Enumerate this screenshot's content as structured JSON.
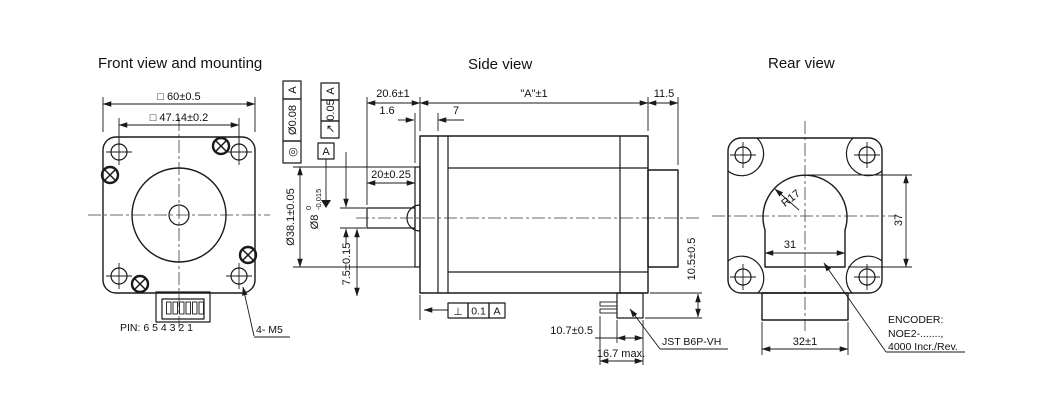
{
  "drawing": {
    "titles": {
      "front": "Front view and mounting",
      "side": "Side view",
      "rear": "Rear view"
    },
    "front": {
      "dim_outer_square": "□ 60±0.5",
      "dim_bolt_pattern": "□ 47.14±0.2",
      "pin_numbers": "PIN: 6 5 4 3 2 1",
      "mount_holes_label": "4- M5"
    },
    "side": {
      "dim_shaft_to_face": "20.6±1",
      "dim_body_length": "\"A\"±1",
      "dim_rear_housing": "11.5",
      "dim_boss_height": "1.6",
      "dim_front_section": "7",
      "dim_shaft_length": "20±0.25",
      "dim_pilot_dia": "Ø38.1±0.05",
      "dim_shaft_dia": "Ø8",
      "shaft_tol_upper": "0",
      "shaft_tol_lower": "-0.015",
      "dim_shaft_flat": "7.5±0.15",
      "dim_conn_width": "10.7±0.5",
      "dim_conn_total": "16.7 max.",
      "dim_conn_height": "10.5±0.5",
      "connector_type": "JST B6P-VH"
    },
    "rear": {
      "dim_cover_radius": "R17",
      "dim_cover_width": "31",
      "dim_cover_height": "37",
      "dim_block_width": "32±1",
      "encoder_line1": "ENCODER:",
      "encoder_line2": "NOE2-.......,",
      "encoder_line3": "4000 Incr./Rev."
    },
    "gdt": {
      "concentricity_datum": "A",
      "concentricity_value": "Ø0.08",
      "concentricity_symbol": "◎",
      "runout_datum": "A",
      "runout_value": "0.05",
      "runout_symbol": "↗",
      "datum_flag": "A",
      "perp_symbol": "⊥",
      "perp_value": "0.1",
      "perp_datum": "A"
    }
  }
}
